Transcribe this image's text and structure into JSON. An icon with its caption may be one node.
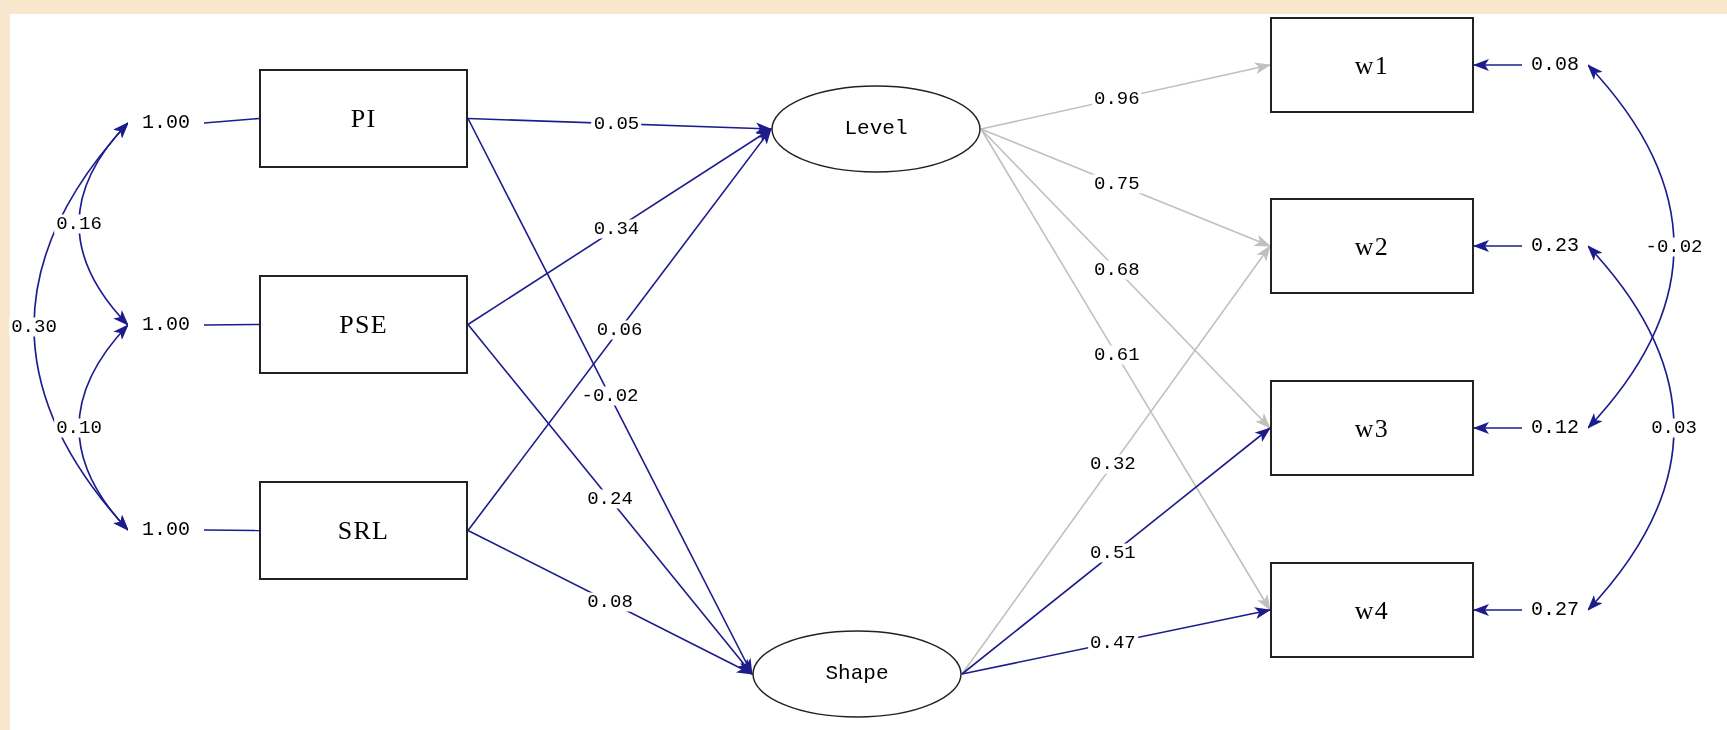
{
  "diagram": {
    "nodes": [
      {
        "text": [
          "1.00"
        ]
      },
      {
        "text": [
          "PI"
        ]
      },
      {
        "text": [
          "1.00"
        ]
      },
      {
        "text": [
          "PSE"
        ]
      },
      {
        "text": [
          "1.00"
        ]
      },
      {
        "text": [
          "SRL"
        ]
      },
      {
        "text": [
          "Level"
        ]
      },
      {
        "text": [
          "Shape"
        ]
      },
      {
        "text": [
          "w1"
        ]
      },
      {
        "text": [
          "0.08"
        ]
      },
      {
        "text": [
          "w2"
        ]
      },
      {
        "text": [
          "0.23"
        ]
      },
      {
        "text": [
          "w3"
        ]
      },
      {
        "text": [
          "0.12"
        ]
      },
      {
        "text": [
          "w4"
        ]
      },
      {
        "text": [
          "0.27"
        ]
      }
    ],
    "edges": [
      {
        "from": 0,
        "to": 1,
        "arrow": "none"
      },
      {
        "from": 2,
        "to": 3,
        "arrow": "none"
      },
      {
        "from": 4,
        "to": 5,
        "arrow": "none"
      },
      {
        "from": 0,
        "to": 2,
        "arrow": "both",
        "label": "0.16"
      },
      {
        "from": 0,
        "to": 4,
        "arrow": "both",
        "label": "0.30"
      },
      {
        "from": 2,
        "to": 4,
        "arrow": "both",
        "label": "0.10"
      },
      {
        "from": 1,
        "to": 6,
        "arrow": "to",
        "label": "0.05"
      },
      {
        "from": 1,
        "to": 7,
        "arrow": "to",
        "label": "-0.02"
      },
      {
        "from": 3,
        "to": 6,
        "arrow": "to",
        "label": "0.34"
      },
      {
        "from": 3,
        "to": 7,
        "arrow": "to",
        "label": "0.24"
      },
      {
        "from": 5,
        "to": 6,
        "arrow": "to",
        "label": "0.06"
      },
      {
        "from": 5,
        "to": 7,
        "arrow": "to",
        "label": "0.08"
      },
      {
        "from": 6,
        "to": 8,
        "arrow": "to",
        "label": "0.96",
        "color": "#c0c0c0"
      },
      {
        "from": 6,
        "to": 10,
        "arrow": "to",
        "label": "0.75",
        "color": "#c0c0c0"
      },
      {
        "from": 6,
        "to": 12,
        "arrow": "to",
        "label": "0.68",
        "color": "#c0c0c0"
      },
      {
        "from": 6,
        "to": 14,
        "arrow": "to",
        "label": "0.61",
        "color": "#c0c0c0"
      },
      {
        "from": 7,
        "to": 10,
        "arrow": "to",
        "label": "0.32",
        "color": "#c0c0c0"
      },
      {
        "from": 7,
        "to": 12,
        "arrow": "to",
        "label": "0.51"
      },
      {
        "from": 7,
        "to": 14,
        "arrow": "to",
        "label": "0.47"
      },
      {
        "from": 9,
        "to": 8,
        "arrow": "to"
      },
      {
        "from": 11,
        "to": 10,
        "arrow": "to"
      },
      {
        "from": 13,
        "to": 12,
        "arrow": "to"
      },
      {
        "from": 15,
        "to": 14,
        "arrow": "to"
      },
      {
        "from": 9,
        "to": 13,
        "arrow": "both",
        "label": "-0.02"
      },
      {
        "from": 11,
        "to": 15,
        "arrow": "both",
        "label": "0.03"
      }
    ]
  }
}
